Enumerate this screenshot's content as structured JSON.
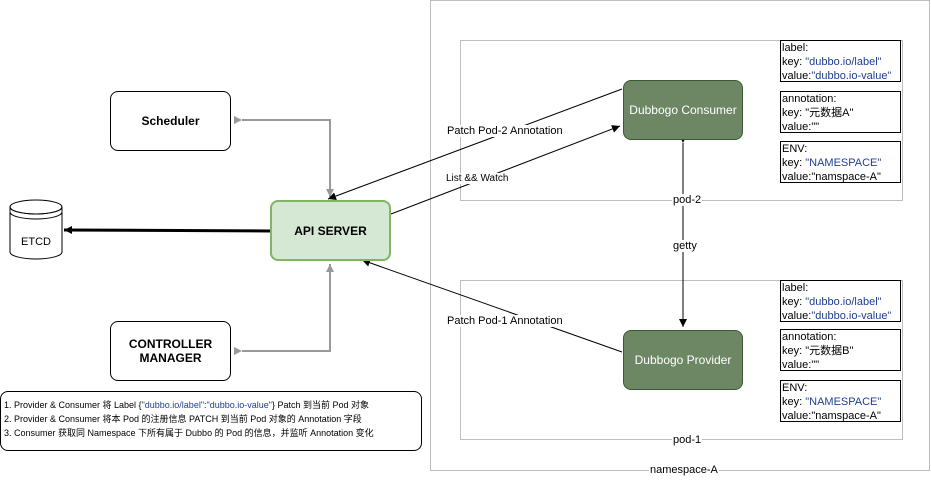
{
  "namespace_label": "namespace-A",
  "pod2": {
    "label": "pod-2",
    "consumer": "Dubbogo Consumer",
    "label_box": {
      "line1": "label:",
      "key_prefix": "key: ",
      "key_value": "\"dubbo.io/label\"",
      "value_prefix": "value:",
      "value_value": "\"dubbo.io-value\""
    },
    "annotation_box": {
      "line1": "annotation:",
      "line2": "key: \"元数据A\"",
      "line3": "value:\"\""
    },
    "env_box": {
      "line1": "ENV:",
      "key_prefix": "key: ",
      "key_value": "\"NAMESPACE\"",
      "line3": "value:\"namspace-A\""
    }
  },
  "pod1": {
    "label": "pod-1",
    "provider": "Dubbogo Provider",
    "label_box": {
      "line1": "label:",
      "key_prefix": "key: ",
      "key_value": "\"dubbo.io/label\"",
      "value_prefix": "value:",
      "value_value": "\"dubbo.io-value\""
    },
    "annotation_box": {
      "line1": "annotation:",
      "line2": "key: \"元数据B\"",
      "line3": "value:\"\""
    },
    "env_box": {
      "line1": "ENV:",
      "key_prefix": "key: ",
      "key_value": "\"NAMESPACE\"",
      "line3": "value:\"namspace-A\""
    }
  },
  "scheduler": "Scheduler",
  "api_server": "API SERVER",
  "etcd": "ETCD",
  "controller_manager": {
    "line1": "CONTROLLER",
    "line2": "MANAGER"
  },
  "edge_labels": {
    "patch_pod2": "Patch Pod-2 Annotation",
    "list_watch": "List && Watch",
    "getty": "getty",
    "patch_pod1": "Patch Pod-1 Annotation"
  },
  "notes": {
    "line1_prefix": "1. Provider & Consumer 将 Label  {",
    "line1_key": "\"dubbo.io/label\"",
    "line1_colon": ":",
    "line1_value": "\"dubbo.io-value\"",
    "line1_suffix": "} Patch 到当前 Pod 对象",
    "line2": "2. Provider & Consumer 将本 Pod 的注册信息 PATCH 到当前 Pod 对象的 Annotation 字段",
    "line3": "3. Consumer 获取同 Namespace 下所有属于 Dubbo 的 Pod 的信息，并监听 Annotation 变化"
  },
  "colors": {
    "api_fill": "#d5e8d4",
    "api_stroke": "#82b366",
    "dubbogo_fill": "#6d8764",
    "blue_text": "#1f3f8f",
    "gray_edge": "#999999"
  }
}
